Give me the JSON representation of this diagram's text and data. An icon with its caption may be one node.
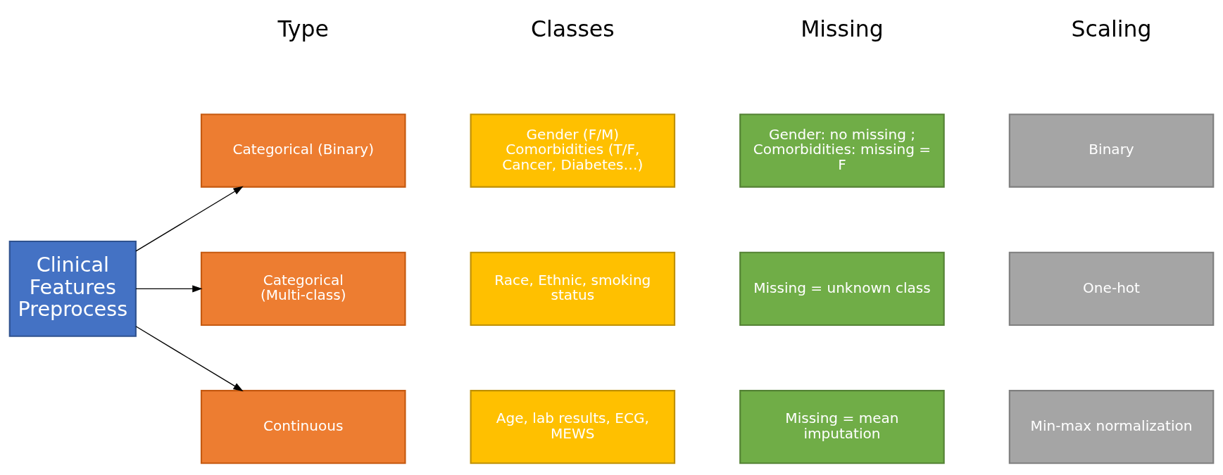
{
  "diagram": {
    "nodes": [
      {
        "text": [
          "Clinical Features Preprocess"
        ]
      },
      {
        "text": [
          "Categorical (Binary)"
        ]
      },
      {
        "text": [
          "Gender (F/M) Comorbidities (T/F, Cancer, Diabetes…)"
        ]
      },
      {
        "text": [
          "Gender: no missing ; Comorbidities: missing = F"
        ]
      },
      {
        "text": [
          "Binary"
        ]
      },
      {
        "text": [
          "Categorical (Multi-class)"
        ]
      },
      {
        "text": [
          "Race, Ethnic, smoking status"
        ]
      },
      {
        "text": [
          "Missing = unknown class"
        ]
      },
      {
        "text": [
          "One-hot"
        ]
      },
      {
        "text": [
          "Continuous"
        ]
      },
      {
        "text": [
          "Age, lab results, ECG, MEWS"
        ]
      },
      {
        "text": [
          "Missing = mean imputation"
        ]
      },
      {
        "text": [
          "Min-max normalization"
        ]
      }
    ],
    "edges": [
      {
        "from": 0,
        "to": 1,
        "arrow": "to"
      },
      {
        "from": 0,
        "to": 5,
        "arrow": "to"
      },
      {
        "from": 0,
        "to": 9,
        "arrow": "to"
      }
    ],
    "labels": [
      "Type",
      "Classes",
      "Missing",
      "Scaling"
    ]
  }
}
